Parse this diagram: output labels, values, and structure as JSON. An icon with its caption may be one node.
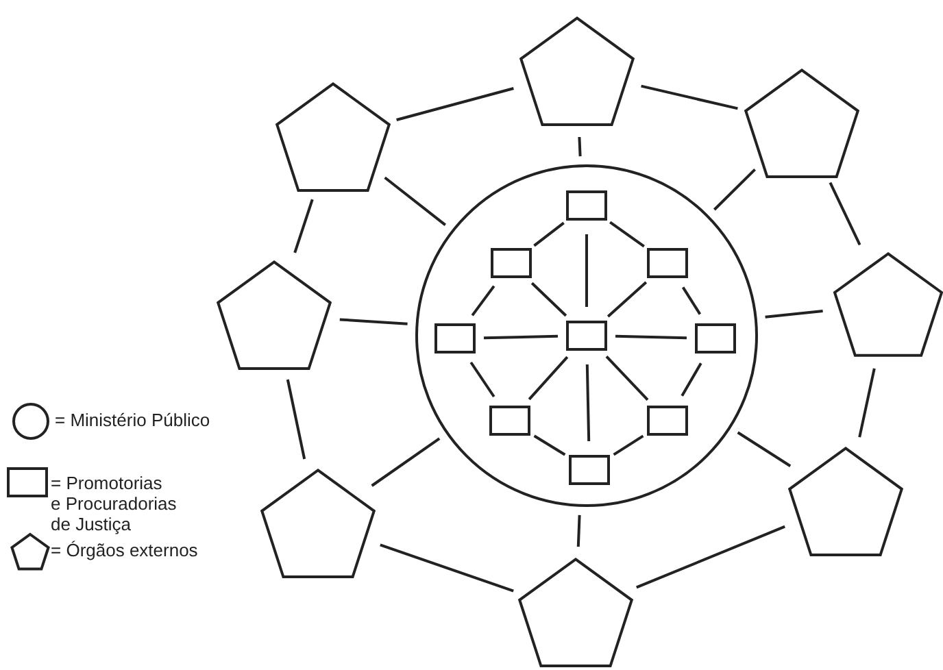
{
  "diagram": {
    "nodes": [
      {
        "text": [],
        "shape": "circle"
      },
      {
        "text": [],
        "shape": "box",
        "in": 0
      },
      {
        "text": [],
        "shape": "box",
        "in": 0
      },
      {
        "text": [],
        "shape": "box",
        "in": 0
      },
      {
        "text": [],
        "shape": "box",
        "in": 0
      },
      {
        "text": [],
        "shape": "box",
        "in": 0
      },
      {
        "text": [],
        "shape": "box",
        "in": 0
      },
      {
        "text": [],
        "shape": "box",
        "in": 0
      },
      {
        "text": [],
        "shape": "box",
        "in": 0
      },
      {
        "text": [],
        "shape": "box",
        "in": 0
      },
      {
        "text": [],
        "shape": "pentagon"
      },
      {
        "text": [],
        "shape": "pentagon"
      },
      {
        "text": [],
        "shape": "pentagon"
      },
      {
        "text": [],
        "shape": "pentagon"
      },
      {
        "text": [],
        "shape": "pentagon"
      },
      {
        "text": [],
        "shape": "pentagon"
      },
      {
        "text": [],
        "shape": "pentagon"
      },
      {
        "text": [],
        "shape": "pentagon"
      }
    ],
    "edges": [
      {
        "from": 5,
        "to": 1,
        "arrow": "none"
      },
      {
        "from": 5,
        "to": 2,
        "arrow": "none"
      },
      {
        "from": 5,
        "to": 3,
        "arrow": "none"
      },
      {
        "from": 5,
        "to": 4,
        "arrow": "none"
      },
      {
        "from": 5,
        "to": 6,
        "arrow": "none"
      },
      {
        "from": 5,
        "to": 7,
        "arrow": "none"
      },
      {
        "from": 5,
        "to": 8,
        "arrow": "none"
      },
      {
        "from": 5,
        "to": 9,
        "arrow": "none"
      },
      {
        "from": 1,
        "to": 3,
        "arrow": "none"
      },
      {
        "from": 3,
        "to": 6,
        "arrow": "none"
      },
      {
        "from": 6,
        "to": 8,
        "arrow": "none"
      },
      {
        "from": 8,
        "to": 9,
        "arrow": "none"
      },
      {
        "from": 9,
        "to": 7,
        "arrow": "none"
      },
      {
        "from": 7,
        "to": 4,
        "arrow": "none"
      },
      {
        "from": 4,
        "to": 2,
        "arrow": "none"
      },
      {
        "from": 2,
        "to": 1,
        "arrow": "none"
      },
      {
        "from": 10,
        "to": 12,
        "arrow": "none"
      },
      {
        "from": 12,
        "to": 14,
        "arrow": "none"
      },
      {
        "from": 14,
        "to": 16,
        "arrow": "none"
      },
      {
        "from": 16,
        "to": 17,
        "arrow": "none"
      },
      {
        "from": 17,
        "to": 15,
        "arrow": "none"
      },
      {
        "from": 15,
        "to": 13,
        "arrow": "none"
      },
      {
        "from": 13,
        "to": 11,
        "arrow": "none"
      },
      {
        "from": 11,
        "to": 10,
        "arrow": "none"
      },
      {
        "from": 10,
        "to": 0,
        "arrow": "none"
      },
      {
        "from": 12,
        "to": 0,
        "arrow": "none"
      },
      {
        "from": 14,
        "to": 0,
        "arrow": "none"
      },
      {
        "from": 16,
        "to": 0,
        "arrow": "none"
      },
      {
        "from": 17,
        "to": 0,
        "arrow": "none"
      },
      {
        "from": 15,
        "to": 0,
        "arrow": "none"
      },
      {
        "from": 13,
        "to": 0,
        "arrow": "none"
      },
      {
        "from": 11,
        "to": 0,
        "arrow": "none"
      }
    ],
    "legend": [
      {
        "text": "= Ministério Público"
      },
      {
        "text": "= Promotorias e Procuradorias de Justiça"
      },
      {
        "text": "= Órgãos externos"
      }
    ]
  }
}
